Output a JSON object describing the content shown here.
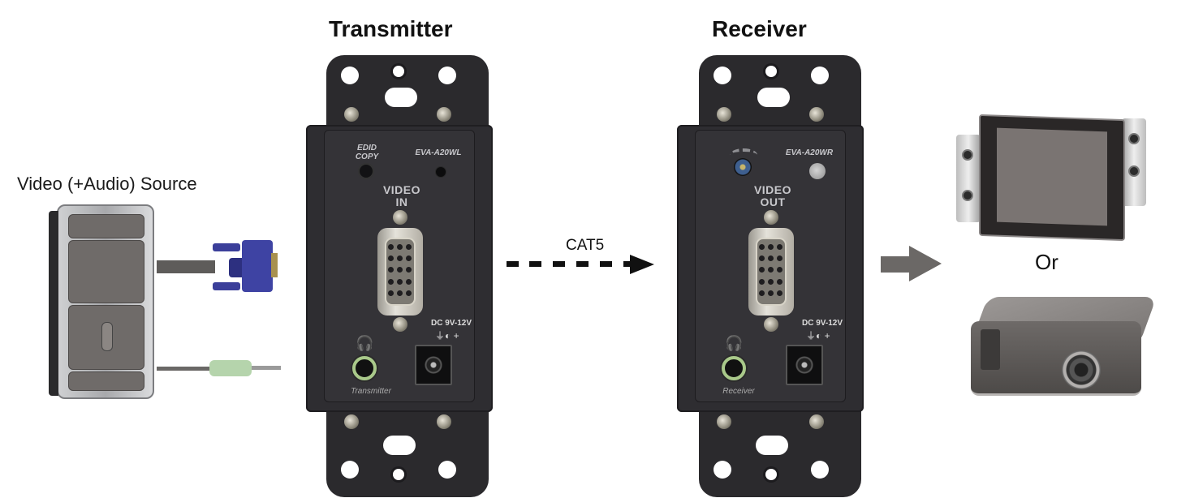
{
  "labels": {
    "transmitter_title": "Transmitter",
    "receiver_title": "Receiver",
    "source": "Video (+Audio) Source",
    "cat5": "CAT5",
    "or": "Or"
  },
  "transmitter": {
    "model": "EVA-A20WL",
    "button_label_line1": "EDID",
    "button_label_line2": "COPY",
    "port_line1": "VIDEO",
    "port_line2": "IN",
    "dc_label": "DC 9V-12V",
    "polarity": "⏚◐ +",
    "footer": "Transmitter"
  },
  "receiver": {
    "model": "EVA-A20WR",
    "port_line1": "VIDEO",
    "port_line2": "OUT",
    "dc_label": "DC 9V-12V",
    "polarity": "⏚◐ +",
    "footer": "Receiver"
  },
  "icons": {
    "headphone": "🎧",
    "arrow_right": "▶"
  },
  "colors": {
    "plate": "#2b2a2d",
    "vga_cable": "#3b3f9a",
    "audio_plug": "#a9c98a",
    "flow_arrow": "#6b6866"
  }
}
